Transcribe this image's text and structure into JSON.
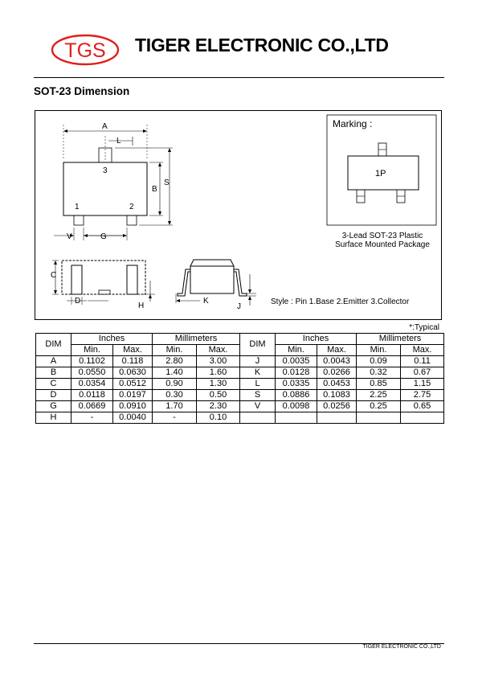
{
  "header": {
    "logo_text": "TGS",
    "company_name": "TIGER ELECTRONIC CO.,LTD",
    "colors": {
      "logo_red": "#e0201b"
    }
  },
  "section_title": "SOT-23 Dimension",
  "drawing": {
    "marking_label": "Marking :",
    "marking_code": "1P",
    "package_line1": "3-Lead SOT-23 Plastic",
    "package_line2": "Surface Mounted Package",
    "style_text": "Style : Pin 1.Base 2.Emitter 3.Collector",
    "pins": {
      "pin1": "1",
      "pin2": "2",
      "pin3": "3"
    },
    "labels": {
      "A": "A",
      "L": "L",
      "B": "B",
      "S": "S",
      "V": "V",
      "G": "G",
      "C": "C",
      "D": "D",
      "H": "H",
      "K": "K",
      "J": "J"
    }
  },
  "typical_note": "*:Typical",
  "table": {
    "dim_header": "DIM",
    "inches_header": "Inches",
    "mm_header": "Millimeters",
    "min_label": "Min.",
    "max_label": "Max.",
    "left_rows": [
      {
        "dim": "A",
        "in_min": "0.1102",
        "in_max": "0.118",
        "mm_min": "2.80",
        "mm_max": "3.00"
      },
      {
        "dim": "B",
        "in_min": "0.0550",
        "in_max": "0.0630",
        "mm_min": "1.40",
        "mm_max": "1.60"
      },
      {
        "dim": "C",
        "in_min": "0.0354",
        "in_max": "0.0512",
        "mm_min": "0.90",
        "mm_max": "1.30"
      },
      {
        "dim": "D",
        "in_min": "0.0118",
        "in_max": "0.0197",
        "mm_min": "0.30",
        "mm_max": "0.50"
      },
      {
        "dim": "G",
        "in_min": "0.0669",
        "in_max": "0.0910",
        "mm_min": "1.70",
        "mm_max": "2.30"
      },
      {
        "dim": "H",
        "in_min": "-",
        "in_max": "0.0040",
        "mm_min": "-",
        "mm_max": "0.10"
      }
    ],
    "right_rows": [
      {
        "dim": "J",
        "in_min": "0.0035",
        "in_max": "0.0043",
        "mm_min": "0.09",
        "mm_max": "0.11"
      },
      {
        "dim": "K",
        "in_min": "0.0128",
        "in_max": "0.0266",
        "mm_min": "0.32",
        "mm_max": "0.67"
      },
      {
        "dim": "L",
        "in_min": "0.0335",
        "in_max": "0.0453",
        "mm_min": "0.85",
        "mm_max": "1.15"
      },
      {
        "dim": "S",
        "in_min": "0.0886",
        "in_max": "0.1083",
        "mm_min": "2.25",
        "mm_max": "2.75"
      },
      {
        "dim": "V",
        "in_min": "0.0098",
        "in_max": "0.0256",
        "mm_min": "0.25",
        "mm_max": "0.65"
      },
      {
        "dim": "",
        "in_min": "",
        "in_max": "",
        "mm_min": "",
        "mm_max": ""
      }
    ]
  },
  "footer": {
    "company": "TIGER ELECTRONIC CO.,LTD"
  }
}
